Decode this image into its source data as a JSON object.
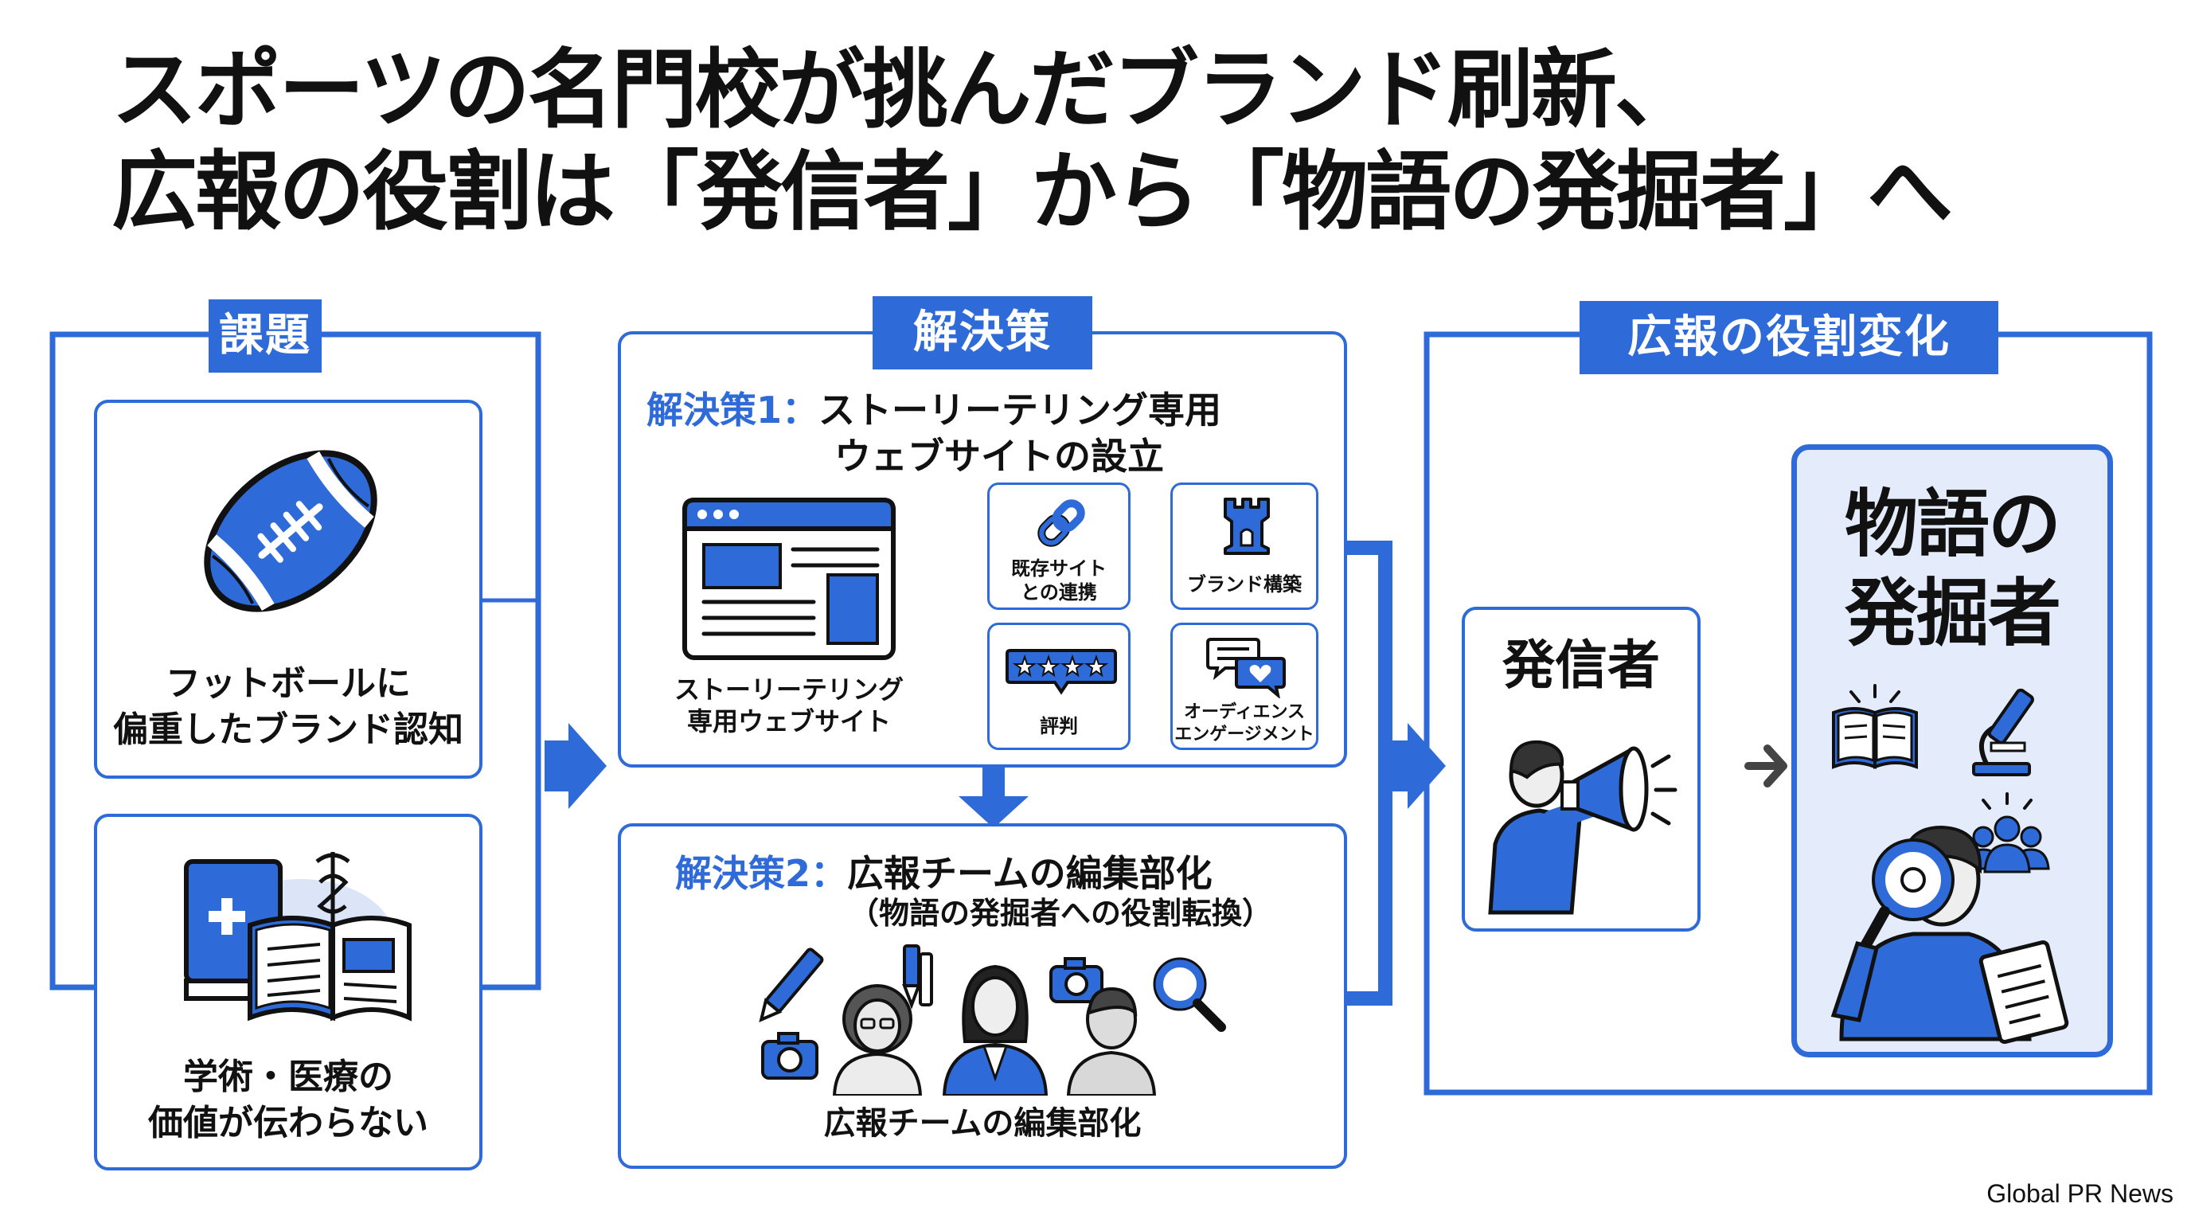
{
  "title": {
    "line1": "スポーツの名門校が挑んだブランド刷新、",
    "line2": "広報の役割は「発信者」から「物語の発掘者」へ"
  },
  "sections": {
    "issues": {
      "label": "課題",
      "cards": [
        {
          "line1": "フットボールに",
          "line2": "偏重したブランド認知",
          "icon": "football-icon"
        },
        {
          "line1": "学術・医療の",
          "line2": "価値が伝わらない",
          "icon": "medical-book-icon"
        }
      ]
    },
    "solutions": {
      "label": "解決策",
      "solution1": {
        "prefix": "解決策1：",
        "title_line1": "ストーリーテリング専用",
        "title_line2": "ウェブサイトの設立",
        "website_caption_line1": "ストーリーテリング",
        "website_caption_line2": "専用ウェブサイト",
        "features": [
          {
            "line1": "既存サイト",
            "line2": "との連携",
            "icon": "link-icon"
          },
          {
            "line1": "ブランド構築",
            "line2": "",
            "icon": "tower-icon"
          },
          {
            "line1": "評判",
            "line2": "",
            "icon": "rating-stars-icon"
          },
          {
            "line1": "オーディエンス",
            "line2": "エンゲージメント",
            "icon": "chat-heart-icon"
          }
        ]
      },
      "solution2": {
        "prefix": "解決策2：",
        "title": "広報チームの編集部化",
        "subtitle": "（物語の発掘者への役割転換）",
        "caption": "広報チームの編集部化"
      }
    },
    "role_change": {
      "label": "広報の役割変化",
      "from": "発信者",
      "to_line1": "物語の",
      "to_line2": "発掘者"
    }
  },
  "credit": "Global PR News",
  "colors": {
    "accent": "#2f6bd8",
    "light_panel": "#e4ecfb",
    "arrow_gray": "#444444"
  }
}
